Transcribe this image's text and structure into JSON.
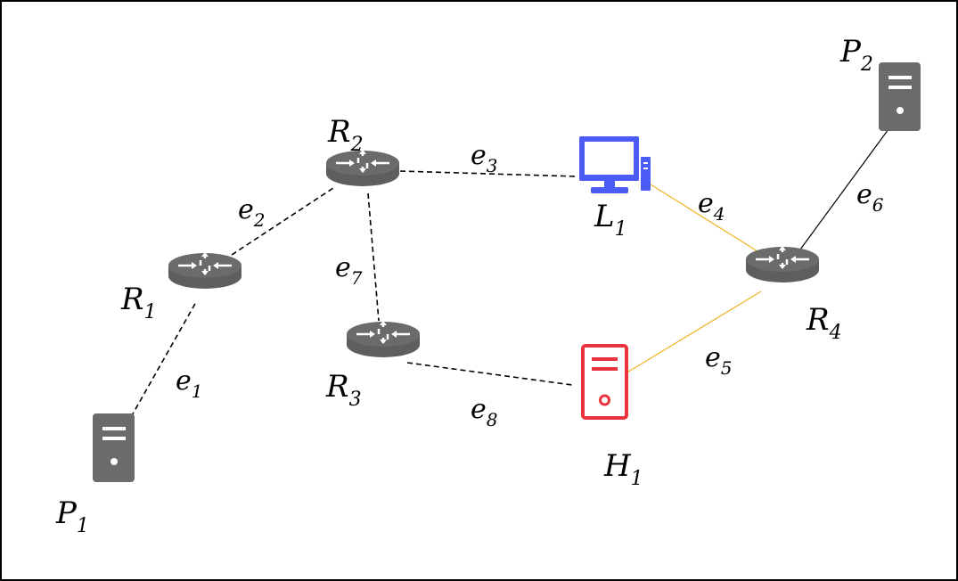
{
  "colors": {
    "router": "#6b6b6b",
    "server_gray": "#6b6b6b",
    "laptop_blue": "#4a5cf5",
    "host_red": "#e8323c",
    "link_dashed": "#000000",
    "link_orange": "#f0b52c",
    "link_solid": "#000000"
  },
  "nodes": {
    "P1": {
      "main": "P",
      "sub": "1",
      "icon": "server-icon"
    },
    "P2": {
      "main": "P",
      "sub": "2",
      "icon": "server-icon"
    },
    "R1": {
      "main": "R",
      "sub": "1",
      "icon": "router-icon"
    },
    "R2": {
      "main": "R",
      "sub": "2",
      "icon": "router-icon"
    },
    "R3": {
      "main": "R",
      "sub": "3",
      "icon": "router-icon"
    },
    "R4": {
      "main": "R",
      "sub": "4",
      "icon": "router-icon"
    },
    "L1": {
      "main": "L",
      "sub": "1",
      "icon": "desktop-computer-icon"
    },
    "H1": {
      "main": "H",
      "sub": "1",
      "icon": "server-icon"
    }
  },
  "edges": {
    "e1": {
      "main": "e",
      "sub": "1",
      "from": "P1",
      "to": "R1",
      "style": "dashed"
    },
    "e2": {
      "main": "e",
      "sub": "2",
      "from": "R1",
      "to": "R2",
      "style": "dashed"
    },
    "e3": {
      "main": "e",
      "sub": "3",
      "from": "R2",
      "to": "L1",
      "style": "dashed"
    },
    "e4": {
      "main": "e",
      "sub": "4",
      "from": "L1",
      "to": "R4",
      "style": "orange"
    },
    "e5": {
      "main": "e",
      "sub": "5",
      "from": "H1",
      "to": "R4",
      "style": "orange"
    },
    "e6": {
      "main": "e",
      "sub": "6",
      "from": "P2",
      "to": "R4",
      "style": "solid"
    },
    "e7": {
      "main": "e",
      "sub": "7",
      "from": "R2",
      "to": "R3",
      "style": "dashed"
    },
    "e8": {
      "main": "e",
      "sub": "8",
      "from": "R3",
      "to": "H1",
      "style": "dashed"
    }
  }
}
